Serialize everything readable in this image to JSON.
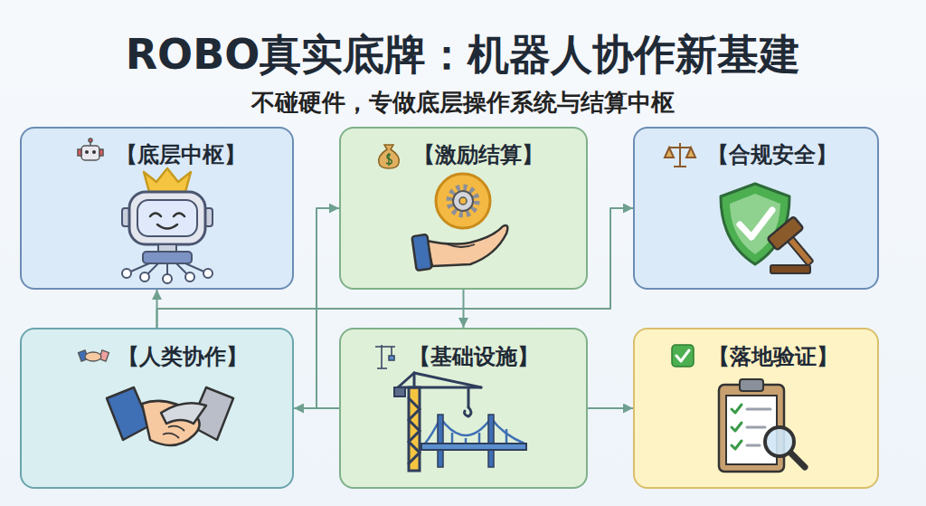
{
  "diagram": {
    "title": "ROBO真实底牌：机器人协作新基建",
    "caption": "不碰硬件，专做底层操作系统与结算中枢",
    "nodes": [
      {
        "text": [
          "【底层中枢】"
        ]
      },
      {
        "text": [
          "【激励结算】"
        ]
      },
      {
        "text": [
          "【合规安全】"
        ]
      },
      {
        "text": [
          "【人类协作】"
        ]
      },
      {
        "text": [
          "【基础设施】"
        ]
      },
      {
        "text": [
          "【落地验证】"
        ]
      }
    ],
    "edges": [
      {
        "from": 1,
        "to": 4,
        "arrow": "to"
      },
      {
        "from": 3,
        "to": 0,
        "arrow": "to"
      },
      {
        "from": 3,
        "to": 2,
        "arrow": "to"
      },
      {
        "from": 4,
        "to": 3,
        "arrow": "to"
      },
      {
        "from": 4,
        "to": 1,
        "arrow": "to"
      },
      {
        "from": 4,
        "to": 5,
        "arrow": "to"
      }
    ]
  }
}
